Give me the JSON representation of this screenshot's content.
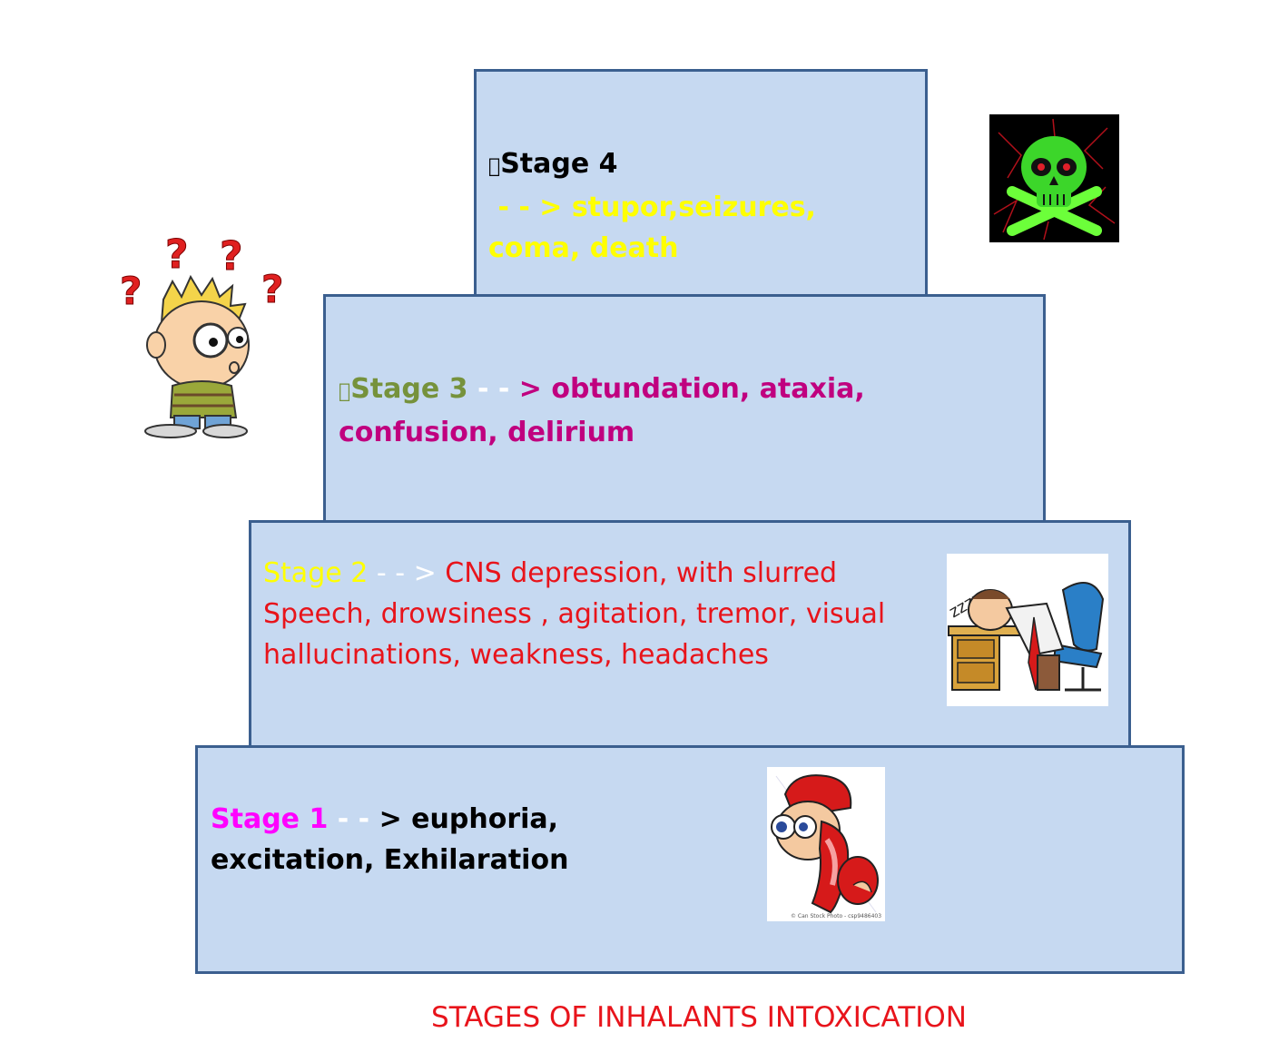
{
  "title": "STAGES OF INHALANTS INTOXICATION",
  "colors": {
    "box_fill": "#c6d9f1",
    "box_border": "#3b5f8f",
    "yellow": "#ffff00",
    "magenta": "#ff00ff",
    "purple": "#c0007f",
    "olive": "#76923c",
    "red": "#e8141b",
    "black": "#000000",
    "white": "#ffffff"
  },
  "stages": [
    {
      "stage": "Stage 4",
      "arrow": " - - > ",
      "desc": "stupor,seizures, coma, death",
      "prefix_glyph": "",
      "icon": "skull-crossbones-icon"
    },
    {
      "stage": "Stage 3",
      "arrow": " - - ",
      "desc": "> obtundation, ataxia, confusion, delirium",
      "prefix_glyph": "",
      "icon": "confused-boy-icon"
    },
    {
      "stage": "Stage 2",
      "arrow": " - - > ",
      "desc": "CNS depression, with slurred Speech, drowsiness , agitation, tremor, visual hallucinations, weakness, headaches",
      "icon": "sleeping-man-icon"
    },
    {
      "stage": "Stage 1",
      "arrow": " - - ",
      "desc": "> euphoria, excitation, Exhilaration",
      "icon": "crazy-face-icon"
    }
  ],
  "watermark": "© Can Stock Photo - csp9486403"
}
